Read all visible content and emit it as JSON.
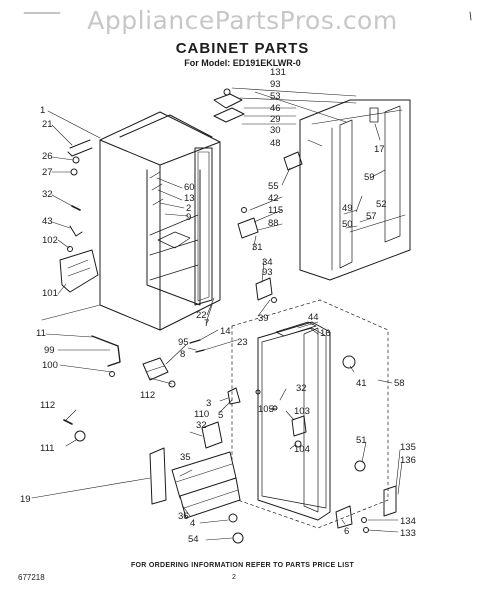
{
  "watermark": "AppliancePartsPros.com",
  "title": "CABINET PARTS",
  "model_line": "For Model: ED191EKLWR-0",
  "footer_note": "FOR ORDERING INFORMATION REFER TO PARTS PRICE LIST",
  "doc_code": "677218",
  "page_number": "2",
  "callouts": [
    "131",
    "93",
    "53",
    "46",
    "29",
    "30",
    "48",
    "17",
    "1",
    "21",
    "26",
    "27",
    "32",
    "43",
    "102",
    "101",
    "60",
    "13",
    "2",
    "9",
    "55",
    "42",
    "115",
    "88",
    "59",
    "49",
    "52",
    "50",
    "57",
    "31",
    "34",
    "93",
    "22",
    "7",
    "39",
    "14",
    "11",
    "99",
    "100",
    "95",
    "8",
    "23",
    "16",
    "44",
    "112",
    "3",
    "5",
    "32",
    "105",
    "103",
    "110",
    "32",
    "104",
    "41",
    "58",
    "112",
    "111",
    "35",
    "51",
    "135",
    "136",
    "19",
    "36",
    "4",
    "6",
    "134",
    "133",
    "54"
  ]
}
